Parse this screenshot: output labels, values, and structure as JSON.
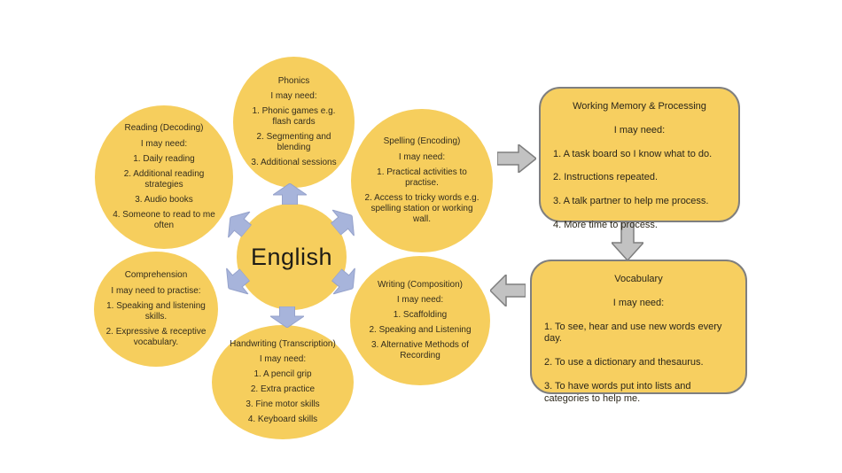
{
  "center": {
    "label": "English"
  },
  "circles": {
    "reading": {
      "title": "Reading (Decoding)",
      "intro": "I may need:",
      "items": [
        "1. Daily reading",
        "2. Additional reading strategies",
        "3. Audio books",
        "4. Someone to read to me often"
      ]
    },
    "phonics": {
      "title": "Phonics",
      "intro": "I may need:",
      "items": [
        "1. Phonic games e.g. flash cards",
        "2. Segmenting and blending",
        "3. Additional sessions"
      ]
    },
    "spelling": {
      "title": "Spelling (Encoding)",
      "intro": "I may need:",
      "items": [
        "1. Practical activities to practise.",
        "2. Access to tricky words e.g. spelling station or working wall."
      ]
    },
    "comprehension": {
      "title": "Comprehension",
      "intro": "I may need to practise:",
      "items": [
        "1. Speaking and listening skills.",
        "2. Expressive & receptive vocabulary."
      ]
    },
    "handwriting": {
      "title": "Handwriting (Transcription)",
      "intro": "I may need:",
      "items": [
        "1. A pencil grip",
        "2. Extra practice",
        "3. Fine motor skills",
        "4. Keyboard skills"
      ]
    },
    "writing": {
      "title": "Writing (Composition)",
      "intro": "I may need:",
      "items": [
        "1. Scaffolding",
        "2. Speaking and Listening",
        "3. Alternative Methods of Recording"
      ]
    }
  },
  "boxes": {
    "working_memory": {
      "title": "Working Memory & Processing",
      "intro": "I may need:",
      "items": [
        "1. A task board so I know what to do.",
        "2. Instructions repeated.",
        "3. A talk partner to help me process.",
        "4. More time to process."
      ]
    },
    "vocabulary": {
      "title": "Vocabulary",
      "intro": "I may need:",
      "items": [
        "1. To see, hear and use new words every day.",
        "2. To use a dictionary and thesaurus.",
        "3. To have words put into lists and categories to help me."
      ]
    }
  },
  "icons": {
    "hub_arrow": "outward-block-arrow",
    "flow_arrow": "gray-block-arrow"
  },
  "colors": {
    "bubble_fill": "#f6ce5d",
    "box_fill": "#f7cf60",
    "box_border": "#7f7f7f",
    "hub_arrow_fill": "#a7b4db",
    "hub_arrow_stroke": "#95a2cb",
    "flow_arrow_fill": "#c2c2c2",
    "flow_arrow_stroke": "#7e7e7e",
    "text": "#342d1c"
  }
}
